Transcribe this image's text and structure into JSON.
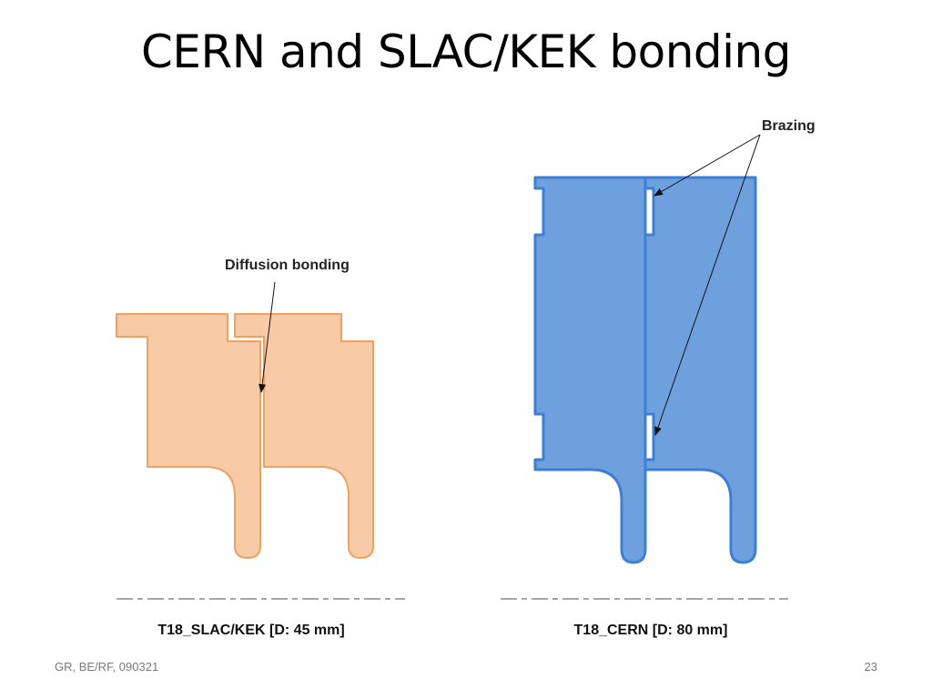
{
  "slide": {
    "title": "CERN and SLAC/KEK bonding",
    "footer_left": "GR, BE/RF, 090321",
    "page_number": "23"
  },
  "diagram": {
    "left": {
      "annotation": "Diffusion bonding",
      "caption": "T18_SLAC/KEK [D: 45 mm]",
      "fill_color": "#f8cba6",
      "stroke_color": "#f0a060"
    },
    "right": {
      "annotation": "Brazing",
      "caption": "T18_CERN [D: 80 mm]",
      "fill_color": "#6fa0de",
      "stroke_color": "#3d7fd6"
    }
  }
}
